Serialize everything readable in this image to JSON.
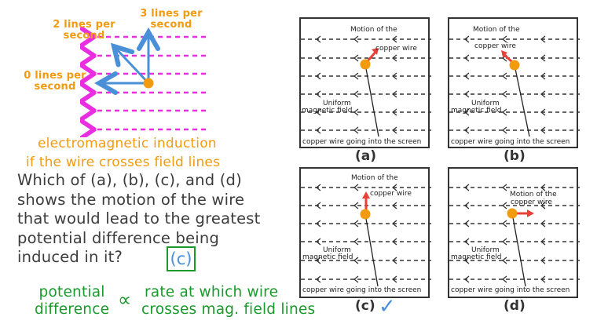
{
  "intro_diagram": {
    "field_line_color": "#e82ee0",
    "arrow_color": "#4a90d9",
    "wire_color": "#f29a10",
    "labels": {
      "two_lines": "2 lines per\nsecond",
      "three_lines": "3 lines per\nsecond",
      "zero_lines": "0 lines per\nsecond"
    },
    "field_line_count": 6
  },
  "heading": {
    "line1": "electromagnetic induction",
    "line2": "if the wire crosses field lines"
  },
  "question": {
    "lines": [
      "Which of  (a), (b), (c), and (d)",
      "shows the motion of the wire",
      "that would lead to the greatest",
      "potential difference being",
      "induced in it?"
    ],
    "answer": "(c)"
  },
  "relation": {
    "left_line1": "potential",
    "left_line2": "difference",
    "symbol": "∝",
    "right_line1": "rate at which wire",
    "right_line2": "crosses mag. field lines"
  },
  "panels": [
    {
      "id": "a",
      "label": "(a)",
      "motion_text_1": "Motion of the",
      "motion_text_2": "copper wire",
      "field_text_1": "Uniform",
      "field_text_2": "magnetic field",
      "wire_text": "copper wire going into the screen",
      "motion_direction": "up-right diagonal",
      "correct": false
    },
    {
      "id": "b",
      "label": "(b)",
      "motion_text_1": "Motion of the",
      "motion_text_2": "copper wire",
      "field_text_1": "Uniform",
      "field_text_2": "magnetic field",
      "wire_text": "copper wire going into the screen",
      "motion_direction": "up-left diagonal",
      "correct": false
    },
    {
      "id": "c",
      "label": "(c)",
      "motion_text_1": "Motion of the",
      "motion_text_2": "copper wire",
      "field_text_1": "Uniform",
      "field_text_2": "magnetic field",
      "wire_text": "copper wire going into the screen",
      "motion_direction": "up",
      "correct": true
    },
    {
      "id": "d",
      "label": "(d)",
      "motion_text_1": "Motion of the",
      "motion_text_2": "copper wire",
      "field_text_1": "Uniform",
      "field_text_2": "magnetic field",
      "wire_text": "copper wire going into the screen",
      "motion_direction": "right",
      "correct": false
    }
  ],
  "check_mark": "✓",
  "colors": {
    "orange": "#f29a10",
    "green": "#1a9a2a",
    "blue": "#4a90d9",
    "red_arrow": "#e8413a",
    "magenta": "#e82ee0",
    "text_dark": "#3c3c3c"
  }
}
